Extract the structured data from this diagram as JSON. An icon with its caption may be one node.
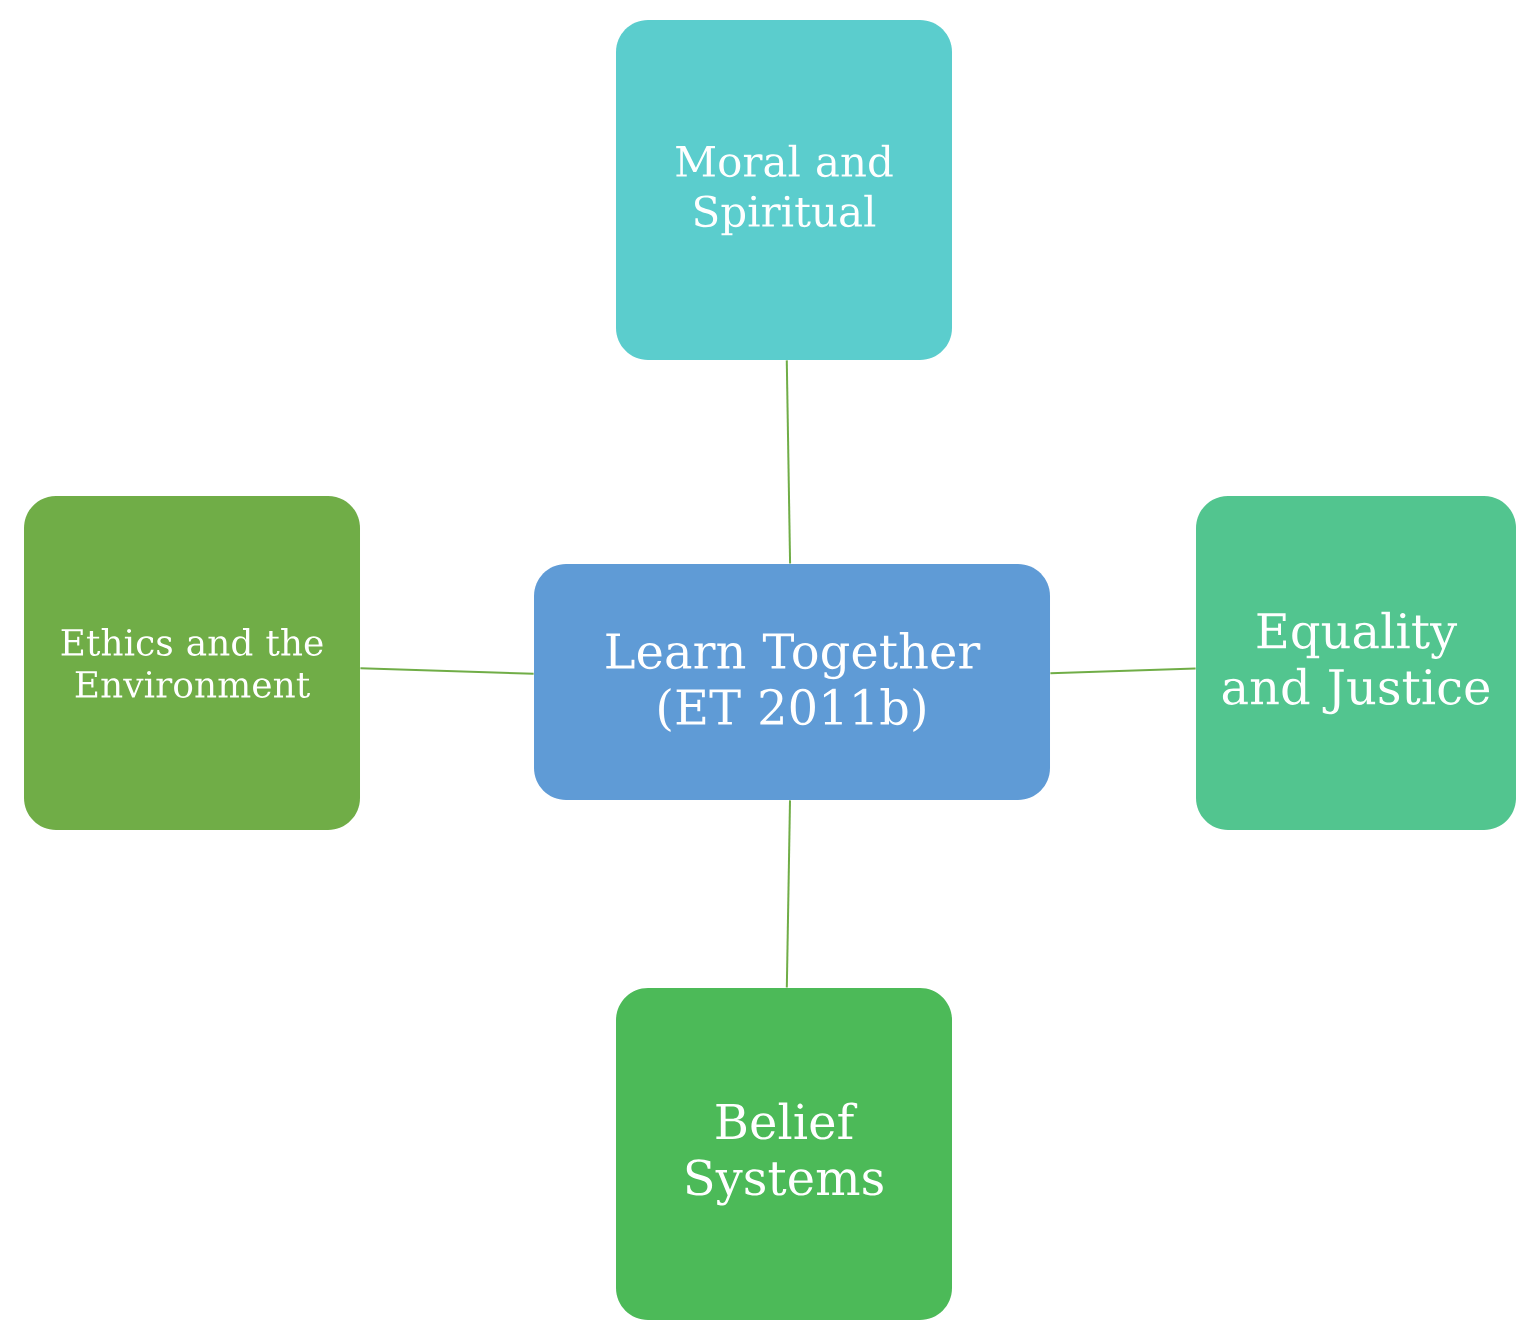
{
  "diagram": {
    "nodes": [
      {
        "text": [
          "Learn Together (ET 2011b)"
        ]
      },
      {
        "text": [
          "Moral and Spiritual"
        ]
      },
      {
        "text": [
          "Equality and Justice"
        ]
      },
      {
        "text": [
          "Belief Systems"
        ]
      },
      {
        "text": [
          "Ethics and the Environment"
        ]
      }
    ],
    "edges": [
      {
        "from": 0,
        "to": 1,
        "arrow": "none"
      },
      {
        "from": 0,
        "to": 2,
        "arrow": "none"
      },
      {
        "from": 0,
        "to": 3,
        "arrow": "none"
      },
      {
        "from": 0,
        "to": 4,
        "arrow": "none"
      }
    ]
  }
}
